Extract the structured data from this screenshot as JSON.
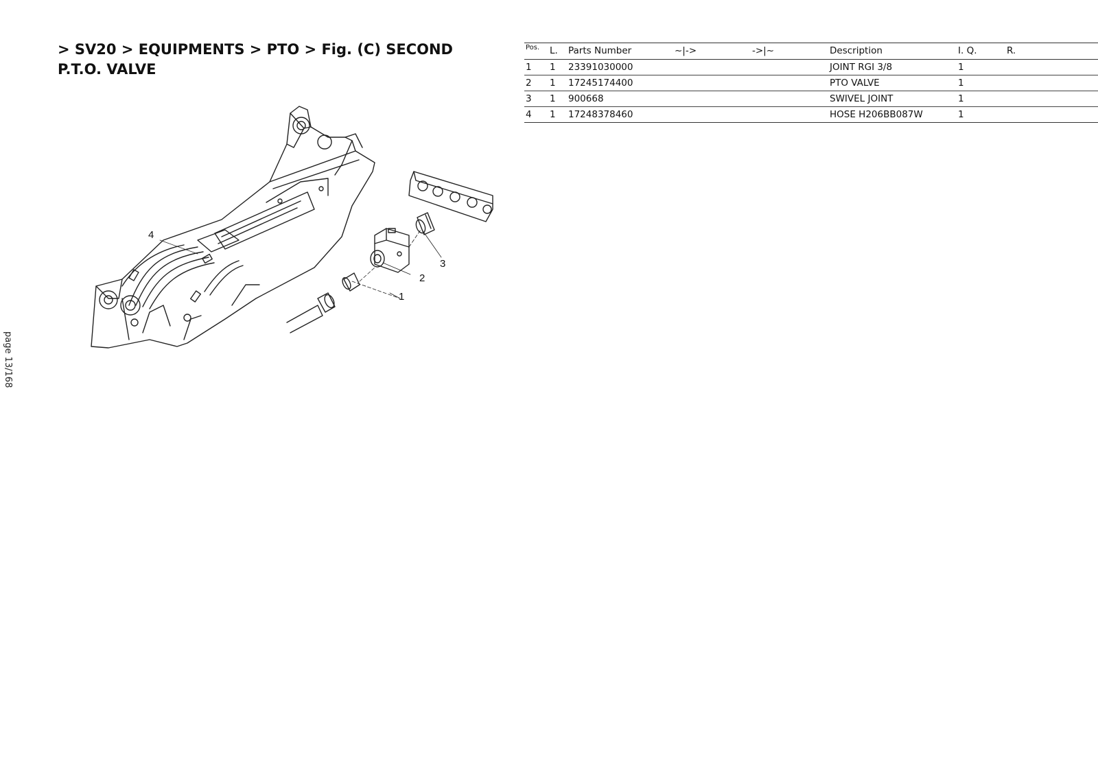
{
  "title": "> SV20 > EQUIPMENTS > PTO >  Fig. (C)  SECOND P.T.O. VALVE",
  "page_label": "page 13/168",
  "callouts": [
    "1",
    "2",
    "3",
    "4"
  ],
  "table": {
    "headers": {
      "pos": "Pos.",
      "l": "L.",
      "parts_number": "Parts Number",
      "from": "~|->",
      "to": "->|~",
      "description": "Description",
      "iq": "I. Q.",
      "r": "R."
    },
    "rows": [
      {
        "pos": "1",
        "l": "1",
        "parts_number": "23391030000",
        "from": "",
        "to": "",
        "description": "JOINT RGI 3/8",
        "iq": "1",
        "r": ""
      },
      {
        "pos": "2",
        "l": "1",
        "parts_number": "17245174400",
        "from": "",
        "to": "",
        "description": "PTO VALVE",
        "iq": "1",
        "r": ""
      },
      {
        "pos": "3",
        "l": "1",
        "parts_number": "900668",
        "from": "",
        "to": "",
        "description": "SWIVEL JOINT",
        "iq": "1",
        "r": ""
      },
      {
        "pos": "4",
        "l": "1",
        "parts_number": "17248378460",
        "from": "",
        "to": "",
        "description": "HOSE H206BB087W",
        "iq": "1",
        "r": ""
      }
    ]
  }
}
